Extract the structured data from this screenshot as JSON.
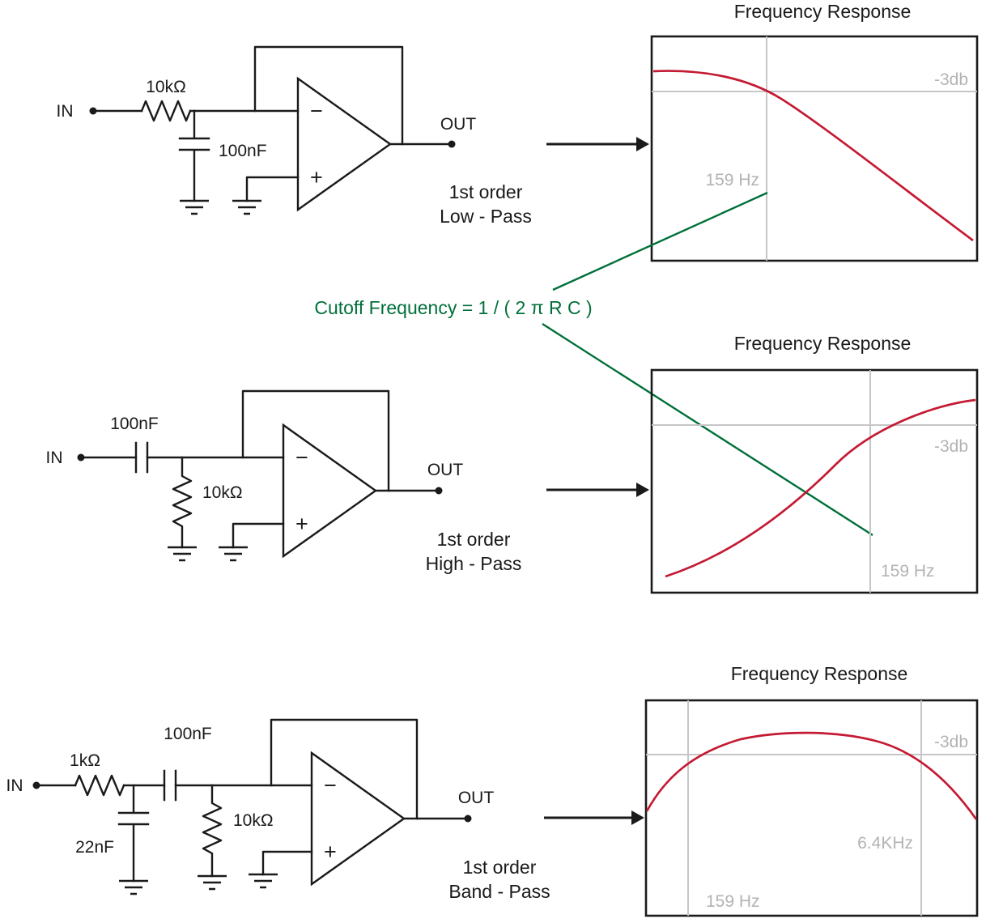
{
  "colors": {
    "line": "#1a1a1a",
    "curve_red": "#c41a33",
    "grid_gray": "#c6c6c6",
    "label_gray": "#b3b3b3",
    "green": "#00703a"
  },
  "opamp": {
    "inverting_label": "−",
    "noninverting_label": "+"
  },
  "annotation": {
    "formula": "Cutoff Frequency = 1 / ( 2 π R C )"
  },
  "lowpass": {
    "in_label": "IN",
    "out_label": "OUT",
    "resistor_label": "10kΩ",
    "capacitor_label": "100nF",
    "caption_line1": "1st order",
    "caption_line2": "Low - Pass",
    "graph": {
      "title": "Frequency Response",
      "db_label": "-3db",
      "cutoff_label": "159 Hz"
    }
  },
  "highpass": {
    "in_label": "IN",
    "out_label": "OUT",
    "capacitor_label": "100nF",
    "resistor_label": "10kΩ",
    "caption_line1": "1st order",
    "caption_line2": "High - Pass",
    "graph": {
      "title": "Frequency Response",
      "db_label": "-3db",
      "cutoff_label": "159 Hz"
    }
  },
  "bandpass": {
    "in_label": "IN",
    "out_label": "OUT",
    "resistor1_label": "1kΩ",
    "capacitor1_label": "22nF",
    "capacitor2_label": "100nF",
    "resistor2_label": "10kΩ",
    "caption_line1": "1st order",
    "caption_line2": "Band - Pass",
    "graph": {
      "title": "Frequency Response",
      "db_label": "-3db",
      "center_label": "6.4KHz",
      "cutoff_label": "159 Hz"
    }
  },
  "chart_data": [
    {
      "type": "line",
      "title": "Frequency Response",
      "description": "Low-pass response: flat near 0db then rolls off after cutoff",
      "annotations": {
        "level": "-3db",
        "cutoff": "159 Hz"
      }
    },
    {
      "type": "line",
      "title": "Frequency Response",
      "description": "High-pass response: rises with frequency, flattens above cutoff",
      "annotations": {
        "level": "-3db",
        "cutoff": "159 Hz"
      }
    },
    {
      "type": "line",
      "title": "Frequency Response",
      "description": "Band-pass response: rises, flat top, then falls",
      "annotations": {
        "level": "-3db",
        "center": "6.4KHz",
        "lower_cutoff": "159 Hz"
      }
    }
  ]
}
